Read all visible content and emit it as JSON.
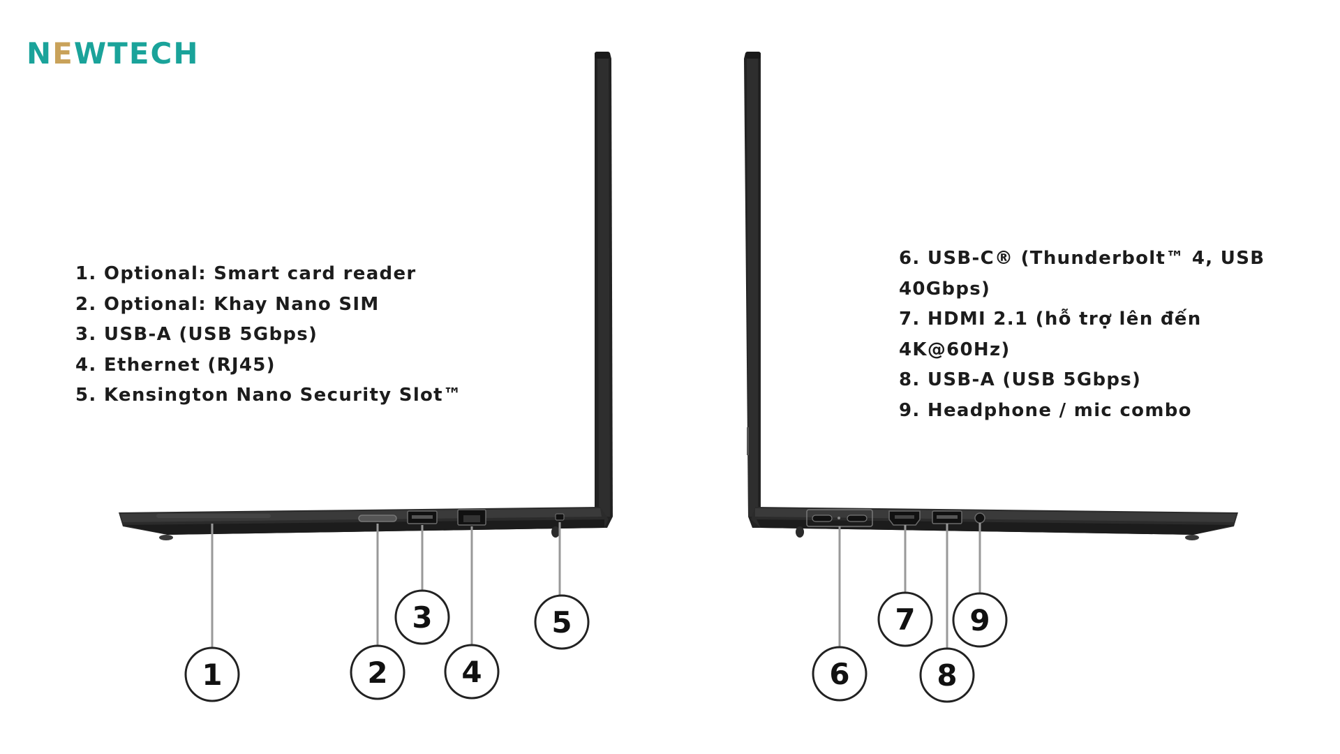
{
  "brand": {
    "logo_text": "NEWTECH",
    "colors": {
      "teal": "#1aa39a",
      "gold": "#c9a25a"
    }
  },
  "left_side": {
    "ports": [
      "1. Optional: Smart card reader",
      "2. Optional: Khay Nano SIM",
      "3. USB-A (USB 5Gbps)",
      "4. Ethernet (RJ45)",
      "5. Kensington Nano Security Slot™"
    ],
    "callouts": [
      "1",
      "2",
      "3",
      "4",
      "5"
    ]
  },
  "right_side": {
    "ports": [
      "6. USB-C® (Thunderbolt™ 4, USB",
      "40Gbps)",
      "7. HDMI 2.1 (hỗ trợ lên đến",
      "4K@60Hz)",
      "8. USB-A (USB 5Gbps)",
      "9. Headphone / mic combo"
    ],
    "callouts": [
      "6",
      "7",
      "8",
      "9"
    ]
  },
  "colors": {
    "laptop_body": "#2b2b2b",
    "laptop_edge": "#1a1a1a",
    "leader_line": "#999999",
    "text": "#1c1c1c"
  }
}
